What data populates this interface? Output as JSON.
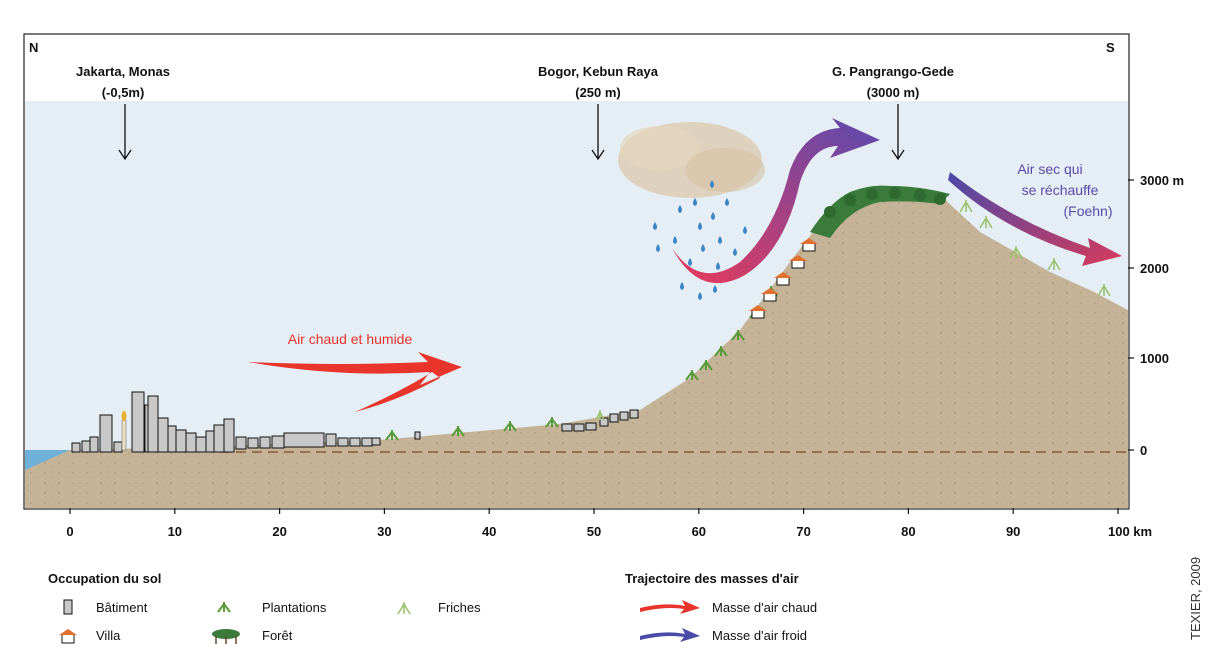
{
  "directions": {
    "north": "N",
    "south": "S"
  },
  "locations": [
    {
      "name": "Jakarta, Monas",
      "altitude": "(-0,5m)"
    },
    {
      "name": "Bogor, Kebun Raya",
      "altitude": "(250 m)"
    },
    {
      "name": "G. Pangrango-Gede",
      "altitude": "(3000 m)"
    }
  ],
  "air_labels": {
    "warm_humid": "Air chaud et humide",
    "foehn_line1": "Air sec qui",
    "foehn_line2": "se réchauffe",
    "foehn_line3": "(Foehn)"
  },
  "altitude_axis": {
    "ticks": [
      "3000 m",
      "2000",
      "1000",
      "0"
    ]
  },
  "distance_axis": {
    "ticks": [
      "0",
      "10",
      "20",
      "30",
      "40",
      "50",
      "60",
      "70",
      "80",
      "90",
      "100 km"
    ]
  },
  "legend_land": {
    "title": "Occupation du sol",
    "building": "Bâtiment",
    "villa": "Villa",
    "plantations": "Plantations",
    "forest": "Forêt",
    "fallow": "Friches"
  },
  "legend_air": {
    "title": "Trajectoire des masses d'air",
    "warm": "Masse d'air chaud",
    "cold": "Masse d'air froid"
  },
  "credit": "TEXIER, 2009",
  "colors": {
    "sky": "#e4eef4",
    "ground": "#c4b397",
    "sea": "#6fb0d8",
    "warm_air": "#e8342b",
    "cold_air": "#4a4aa8",
    "foehn_text": "#5a4aa8",
    "rain": "#3c86c8"
  }
}
